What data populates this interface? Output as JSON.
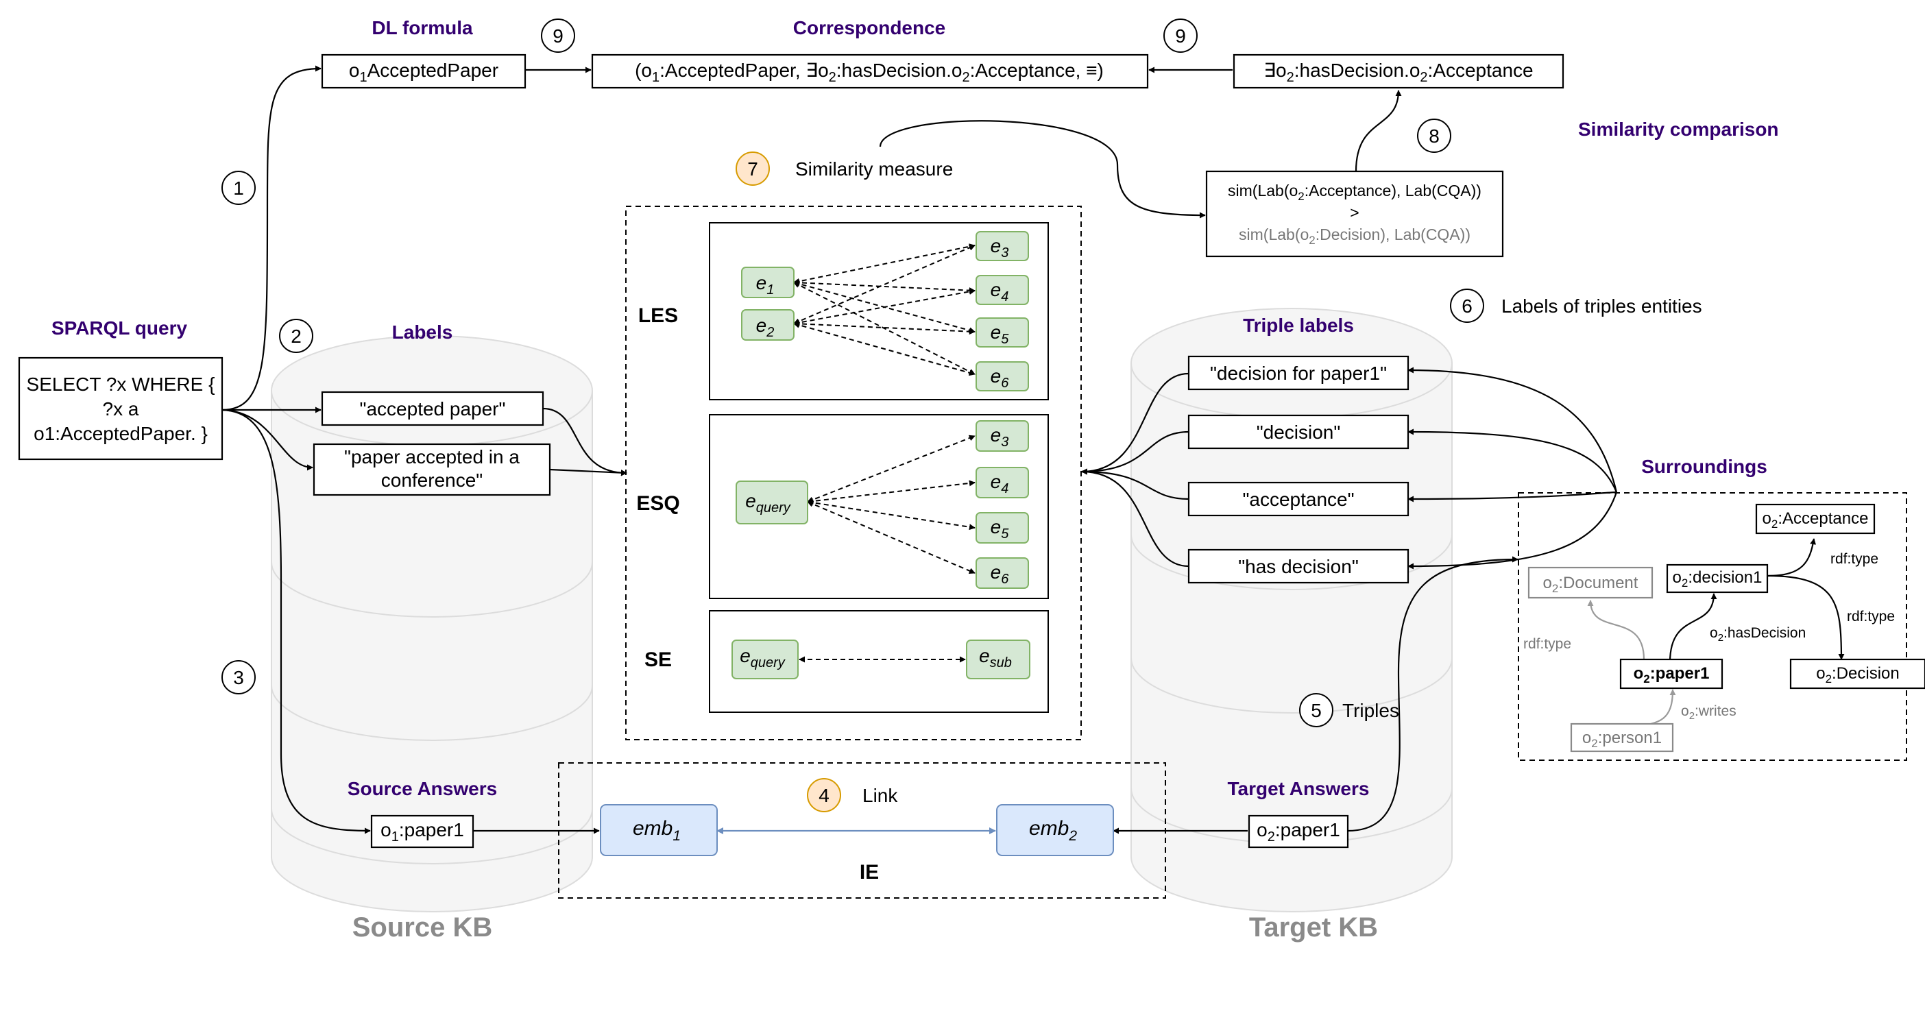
{
  "headings": {
    "dl_formula": "DL formula",
    "correspondence": "Correspondence",
    "sparql_query": "SPARQL query",
    "labels": "Labels",
    "triple_labels": "Triple labels",
    "surroundings": "Surroundings",
    "source_answers": "Source Answers",
    "target_answers": "Target Answers",
    "similarity_comparison": "Similarity comparison"
  },
  "kb": {
    "source": "Source KB",
    "target": "Target KB"
  },
  "steps": {
    "s1": "1",
    "s2": "2",
    "s3": "3",
    "s4": "4",
    "s5": "5",
    "s6": "6",
    "s7": "7",
    "s8": "8",
    "s9a": "9",
    "s9b": "9"
  },
  "step_labels": {
    "link": "Link",
    "triples": "Triples",
    "labels_of_triples": "Labels of triples entities",
    "similarity_measure": "Similarity measure"
  },
  "dl": {
    "source_class": "AcceptedPaper",
    "o1_prefix": "o",
    "o1_sub": "1"
  },
  "correspondence": {
    "text_a": "(o",
    "sub1": "1",
    "text_b": ":AcceptedPaper, ∃o",
    "sub2": "2",
    "text_c": ":hasDecision.o",
    "sub3": "2",
    "text_d": ":Acceptance, ≡)"
  },
  "target_formula": {
    "text_a": "∃o",
    "sub1": "2",
    "text_b": ":hasDecision.o",
    "sub2": "2",
    "text_c": ":Acceptance"
  },
  "sparql": {
    "line1": "SELECT ?x WHERE {",
    "line2": "?x a",
    "line3": "o1:AcceptedPaper. }"
  },
  "source_labels": {
    "l1": "\"accepted paper\"",
    "l2_line1": "\"paper accepted in a",
    "l2_line2": "conference\""
  },
  "target_labels": {
    "l1": "\"decision for paper1\"",
    "l2": "\"decision\"",
    "l3": "\"acceptance\"",
    "l4": "\"has decision\""
  },
  "sim": {
    "line1_a": "sim(Lab(o",
    "line1_sub": "2",
    "line1_b": ":Acceptance), Lab(CQA))",
    "gt": ">",
    "line3_a": "sim(Lab(o",
    "line3_sub": "2",
    "line3_b": ":Decision), Lab(CQA))"
  },
  "methods": {
    "les": "LES",
    "esq": "ESQ",
    "se": "SE",
    "ie": "IE",
    "e": "e",
    "e1_sub": "1",
    "e2_sub": "2",
    "e3_sub": "3",
    "e4_sub": "4",
    "e5_sub": "5",
    "e6_sub": "6",
    "query_sub": "query",
    "sub_sub": "sub"
  },
  "embeddings": {
    "emb": "emb",
    "sub1": "1",
    "sub2": "2"
  },
  "answers": {
    "source_prefix": "o",
    "source_sub": "1",
    "source_text": ":paper1",
    "target_prefix": "o",
    "target_sub": "2",
    "target_text": ":paper1"
  },
  "graph": {
    "o": "o",
    "sub": "2",
    "acceptance": ":Acceptance",
    "document": ":Document",
    "decision1": ":decision1",
    "decision": ":Decision",
    "paper1": ":paper1",
    "person1": ":person1",
    "rdf_type_a": "rdf:type",
    "rdf_type_b": "rdf:type",
    "rdf_type_c": "rdf:type",
    "has_decision_a": "o",
    "has_decision_sub": "2",
    "has_decision_b": ":hasDecision",
    "writes_a": "o",
    "writes_sub": "2",
    "writes_b": ":writes"
  },
  "colors": {
    "heading": "#33006f",
    "kb_label": "#888888",
    "cylinder_fill": "#f5f5f5",
    "cylinder_stroke": "#dddddd",
    "green_fill": "#d5e8d4",
    "green_stroke": "#82b366",
    "blue_fill": "#dae8fc",
    "blue_stroke": "#6c8ebf",
    "orange_fill": "#ffe6cc",
    "orange_stroke": "#d79b00",
    "gray_text": "#777777"
  }
}
